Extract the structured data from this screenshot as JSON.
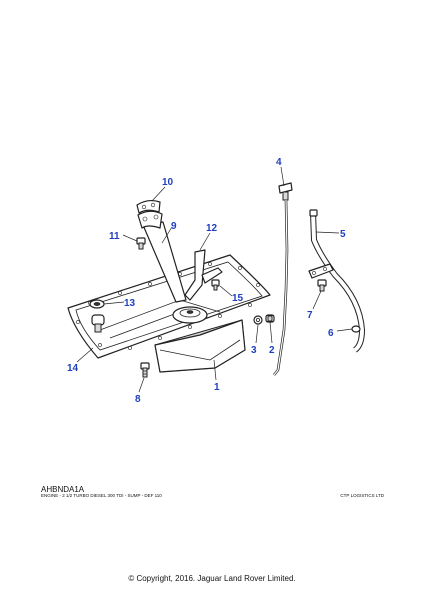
{
  "diagram": {
    "callouts": [
      "1",
      "2",
      "3",
      "4",
      "5",
      "7",
      "6",
      "8",
      "9",
      "10",
      "11",
      "12",
      "13",
      "14",
      "15"
    ]
  },
  "footer": {
    "code": "AHBNDA1A",
    "description": "ENGINE - 2 1/2 TURBO DIESEL 300 TDI - SUMP - DEF 110",
    "vendor": "CTP LOGISTICS LTD",
    "copyright": "© Copyright, 2016. Jaguar Land Rover Limited."
  },
  "colors": {
    "callout": "#1f3fbf",
    "line": "#222222"
  }
}
